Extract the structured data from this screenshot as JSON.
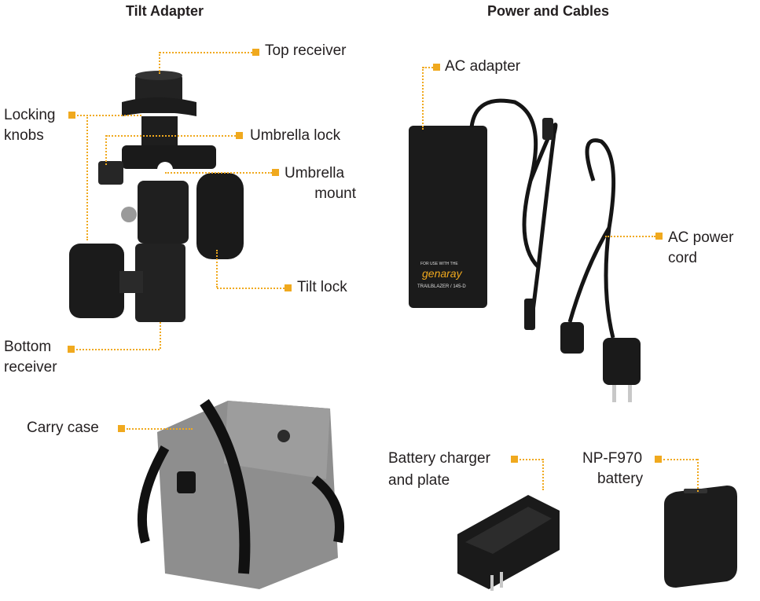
{
  "headings": {
    "tilt_adapter": "Tilt Adapter",
    "power_and_cables": "Power and Cables"
  },
  "labels": {
    "top_receiver": "Top receiver",
    "locking_knobs_1": "Locking",
    "locking_knobs_2": "knobs",
    "umbrella_lock": "Umbrella lock",
    "umbrella_mount_1": "Umbrella",
    "umbrella_mount_2": "mount",
    "tilt_lock": "Tilt lock",
    "bottom_receiver_1": "Bottom",
    "bottom_receiver_2": "receiver",
    "ac_adapter": "AC adapter",
    "ac_power_cord_1": "AC power",
    "ac_power_cord_2": "cord",
    "carry_case": "Carry case",
    "battery_charger_1": "Battery charger",
    "battery_charger_2": "and plate",
    "battery_1": "NP-F970",
    "battery_2": "battery"
  },
  "adapter_print": {
    "tagline": "FOR USE WITH THE",
    "brand": "genaray",
    "model": "TRAILBLAZER / 145-D"
  },
  "colors": {
    "accent": "#f0a91e",
    "text": "#231f20",
    "product_black": "#1a1a1a",
    "case_gray": "#8e8e8e"
  }
}
